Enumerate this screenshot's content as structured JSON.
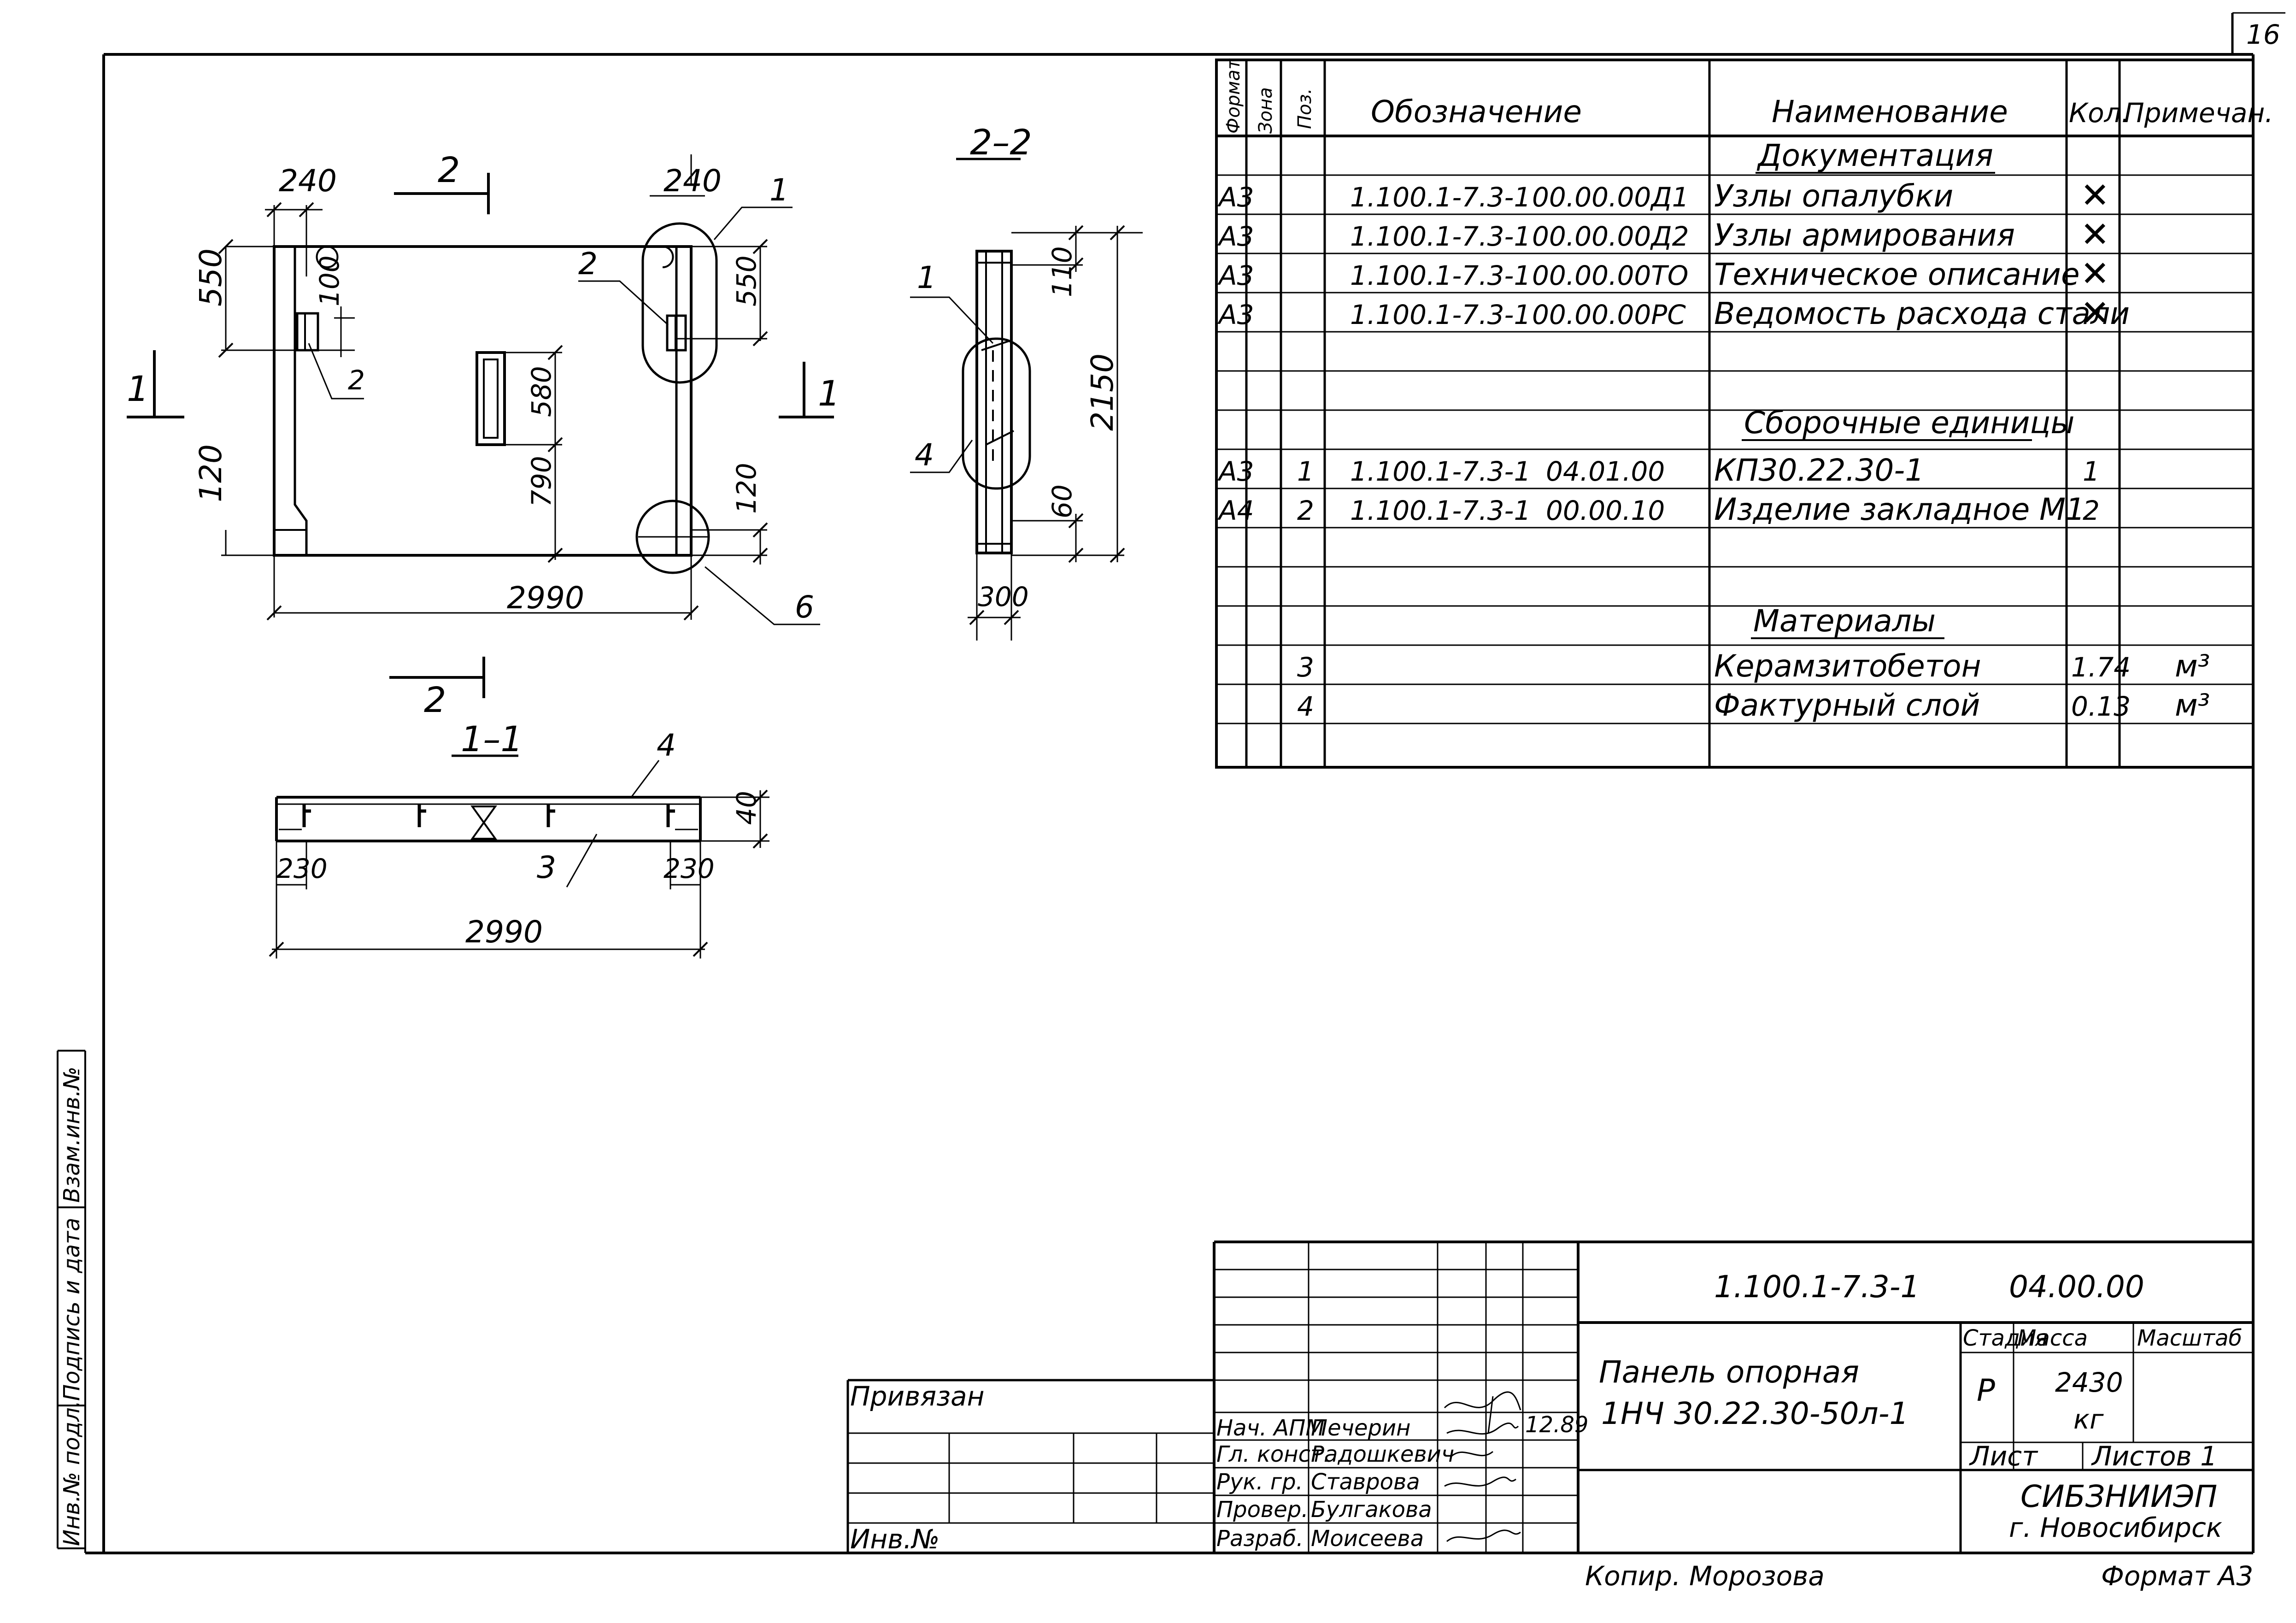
{
  "sheet_number": "16",
  "drawing": {
    "dims": {
      "d240a": "240",
      "d240b": "240",
      "d550a": "550",
      "d550b": "550",
      "d100": "100",
      "d580": "580",
      "d790": "790",
      "d120a": "120",
      "d120b": "120",
      "d2990a": "2990",
      "d2990b": "2990",
      "d110": "110",
      "d2150": "2150",
      "d60": "60",
      "d300": "300",
      "d40": "40",
      "d230a": "230",
      "d230b": "230"
    },
    "section_marks": {
      "s2": "2",
      "s1": "1",
      "s22": "2–2",
      "s11": "1–1"
    },
    "callouts": {
      "c1": "1",
      "c2": "2",
      "c3": "3",
      "c4": "4",
      "c6": "6"
    }
  },
  "spec": {
    "headers": {
      "format": "Формат",
      "zone": "Зона",
      "pos": "Поз.",
      "designation": "Обозначение",
      "name": "Наименование",
      "qty": "Кол.",
      "note": "Примечан."
    },
    "sections": {
      "documentation": "Документация",
      "assemblies": "Сборочные единицы",
      "materials": "Материалы"
    },
    "rows": [
      {
        "format": "A3",
        "zone": "",
        "pos": "",
        "code": "1.100.1-7.3-1",
        "code2": "00.00.00Д1",
        "name": "Узлы опалубки",
        "qty": "✕",
        "note": ""
      },
      {
        "format": "A3",
        "zone": "",
        "pos": "",
        "code": "1.100.1-7.3-1",
        "code2": "00.00.00Д2",
        "name": "Узлы армирования",
        "qty": "✕",
        "note": ""
      },
      {
        "format": "A3",
        "zone": "",
        "pos": "",
        "code": "1.100.1-7.3-1",
        "code2": "00.00.00ТО",
        "name": "Техническое описание",
        "qty": "✕",
        "note": ""
      },
      {
        "format": "A3",
        "zone": "",
        "pos": "",
        "code": "1.100.1-7.3-1",
        "code2": "00.00.00РС",
        "name": "Ведомость расхода стали",
        "qty": "✕",
        "note": ""
      },
      {
        "format": "A3",
        "zone": "",
        "pos": "1",
        "code": "1.100.1-7.3-1",
        "code2": "04.01.00",
        "name": "КП30.22.30-1",
        "qty": "1",
        "note": ""
      },
      {
        "format": "A4",
        "zone": "",
        "pos": "2",
        "code": "1.100.1-7.3-1",
        "code2": "00.00.10",
        "name": "Изделие закладное М1",
        "qty": "2",
        "note": ""
      },
      {
        "format": "",
        "zone": "",
        "pos": "3",
        "code": "",
        "code2": "",
        "name": "Керамзитобетон",
        "qty": "1.74",
        "note": "м³"
      },
      {
        "format": "",
        "zone": "",
        "pos": "4",
        "code": "",
        "code2": "",
        "name": "Фактурный слой",
        "qty": "0.13",
        "note": "м³"
      }
    ]
  },
  "side_stamp": {
    "inv_orig": "Инв.№ подл.",
    "sign_date": "Подпись и дата",
    "vzam_inv": "Взам.инв.№"
  },
  "bind_block": {
    "title": "Привязан",
    "inv_no": "Инв.№"
  },
  "title_block": {
    "doc_code": "1.100.1-7.3-1",
    "doc_code2": "04.00.00",
    "product_name": "Панель опорная",
    "product_mark": "1НЧ 30.22.30-50л-1",
    "stage_label": "Стадия",
    "mass_label": "Масса",
    "scale_label": "Масштаб",
    "stage": "Р",
    "mass": "2430",
    "mass_unit": "кг",
    "sheet_label": "Лист",
    "sheets_label": "Листов 1",
    "org": "СИБЗНИИЭП",
    "city": "г. Новосибирск",
    "date": "12.89",
    "people": [
      {
        "role": "Нач. АПМ",
        "name": "Печерин"
      },
      {
        "role": "Гл. конст.",
        "name": "Радошкевич"
      },
      {
        "role": "Рук. гр.",
        "name": "Ставрова"
      },
      {
        "role": "Провер.",
        "name": "Булгакова"
      },
      {
        "role": "Разраб.",
        "name": "Моисеева"
      }
    ]
  },
  "footer": {
    "copied": "Копир. Морозова",
    "format": "Формат А3"
  }
}
